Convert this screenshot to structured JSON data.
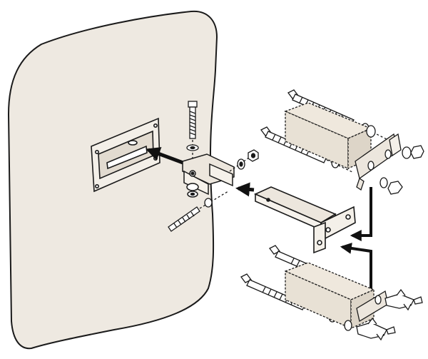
{
  "diagram": {
    "kind": "exploded-assembly-illustration",
    "text_labels": [],
    "colors": {
      "panel_fill": "#eee9e1",
      "bracket_fill": "#ece6dd",
      "outline": "#1a1a1a",
      "background": "#ffffff"
    },
    "components": [
      {
        "name": "panel-back-plate"
      },
      {
        "name": "pivot-bracket"
      },
      {
        "name": "vertical-bolt-top"
      },
      {
        "name": "threaded-rod-lower"
      },
      {
        "name": "extension-arm"
      },
      {
        "name": "wall-bracket-upper"
      },
      {
        "name": "wall-bracket-lower"
      },
      {
        "name": "wall-anchors"
      }
    ],
    "arrows": [
      {
        "name": "arrow-into-back-plate"
      },
      {
        "name": "arrow-arm-to-pivot"
      },
      {
        "name": "arrow-upper-bracket-to-arm"
      },
      {
        "name": "arrow-lower-bracket-to-arm"
      }
    ]
  }
}
